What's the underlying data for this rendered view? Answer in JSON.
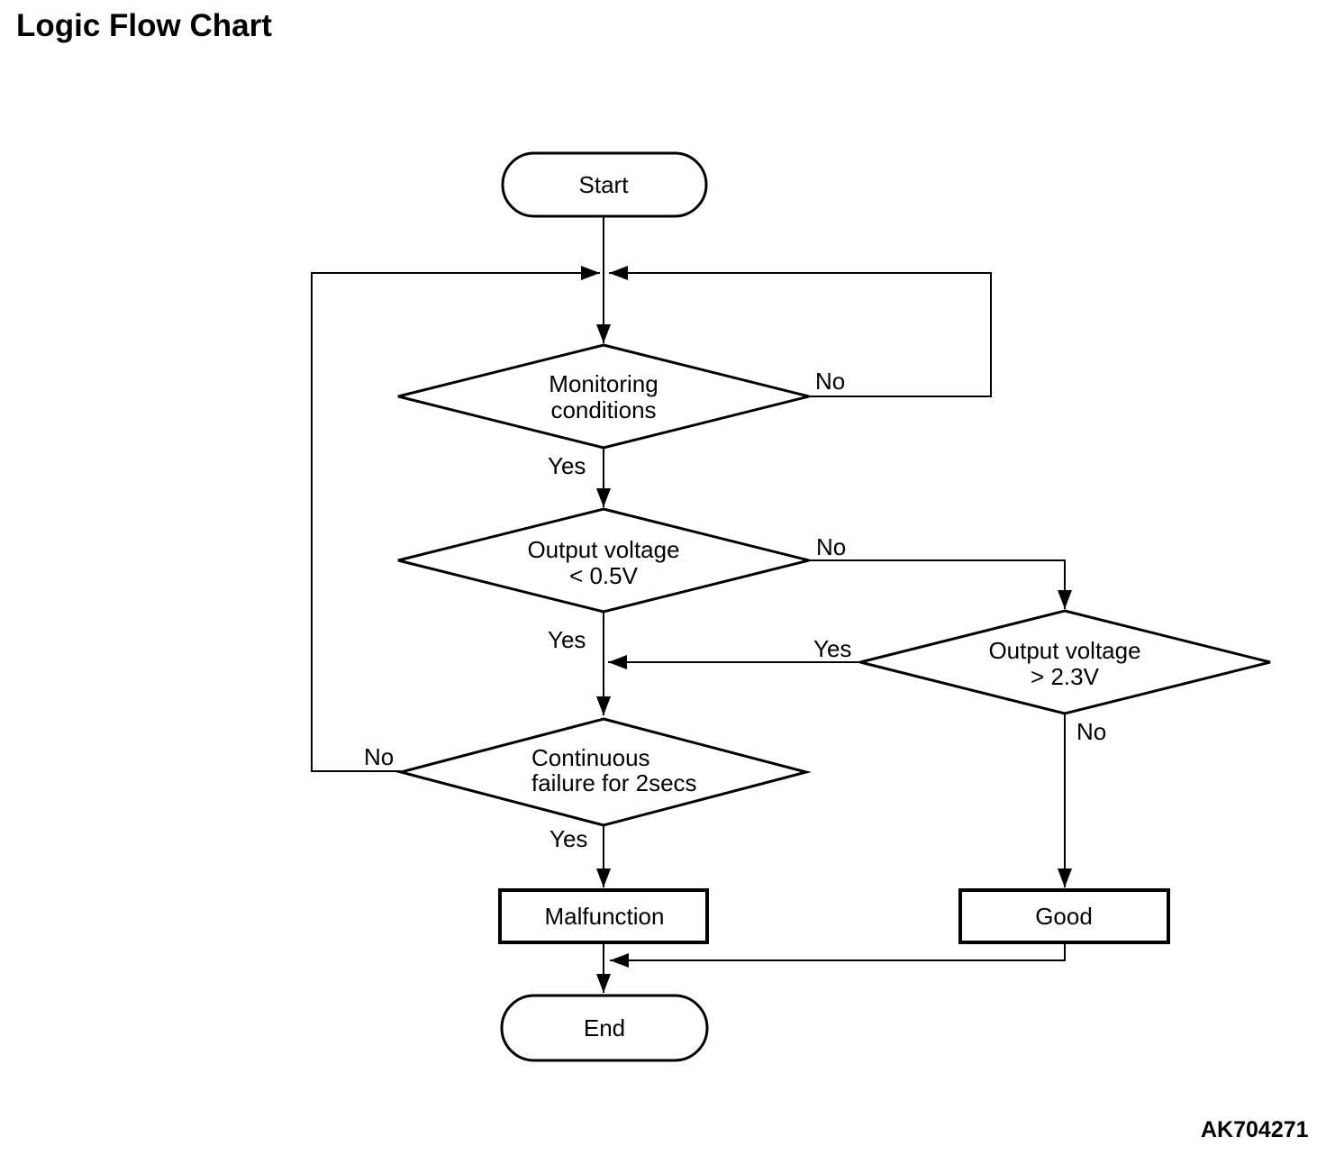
{
  "page": {
    "title": "Logic Flow Chart",
    "figure_id": "AK704271"
  },
  "colors": {
    "stroke": "#000000",
    "background": "#ffffff",
    "text": "#000000"
  },
  "flowchart": {
    "nodes": {
      "start": {
        "type": "terminator",
        "label": "Start"
      },
      "monitoring": {
        "type": "decision",
        "lines": [
          "Monitoring",
          "conditions"
        ]
      },
      "voltage_low": {
        "type": "decision",
        "lines": [
          "Output voltage",
          "< 0.5V"
        ]
      },
      "voltage_high": {
        "type": "decision",
        "lines": [
          "Output voltage",
          "> 2.3V"
        ]
      },
      "continuous": {
        "type": "decision",
        "lines": [
          "Continuous",
          "failure for 2secs"
        ]
      },
      "malfunction": {
        "type": "process",
        "label": "Malfunction"
      },
      "good": {
        "type": "process",
        "label": "Good"
      },
      "end": {
        "type": "terminator",
        "label": "End"
      }
    },
    "edges": [
      {
        "id": "start-to-monitoring",
        "from": "start",
        "to": "monitoring",
        "label": ""
      },
      {
        "id": "monitoring-no-loop",
        "from": "monitoring",
        "to": "monitoring",
        "label": "No"
      },
      {
        "id": "monitoring-yes",
        "from": "monitoring",
        "to": "voltage_low",
        "label": "Yes"
      },
      {
        "id": "voltage-low-no",
        "from": "voltage_low",
        "to": "voltage_high",
        "label": "No"
      },
      {
        "id": "voltage-low-yes",
        "from": "voltage_low",
        "to": "continuous",
        "label": "Yes"
      },
      {
        "id": "voltage-high-yes",
        "from": "voltage_high",
        "to": "continuous",
        "label": "Yes"
      },
      {
        "id": "voltage-high-no",
        "from": "voltage_high",
        "to": "good",
        "label": "No"
      },
      {
        "id": "continuous-no-loop",
        "from": "continuous",
        "to": "monitoring",
        "label": "No"
      },
      {
        "id": "continuous-yes",
        "from": "continuous",
        "to": "malfunction",
        "label": "Yes"
      },
      {
        "id": "malfunction-to-end",
        "from": "malfunction",
        "to": "end",
        "label": ""
      },
      {
        "id": "good-to-end",
        "from": "good",
        "to": "end",
        "label": ""
      }
    ]
  }
}
